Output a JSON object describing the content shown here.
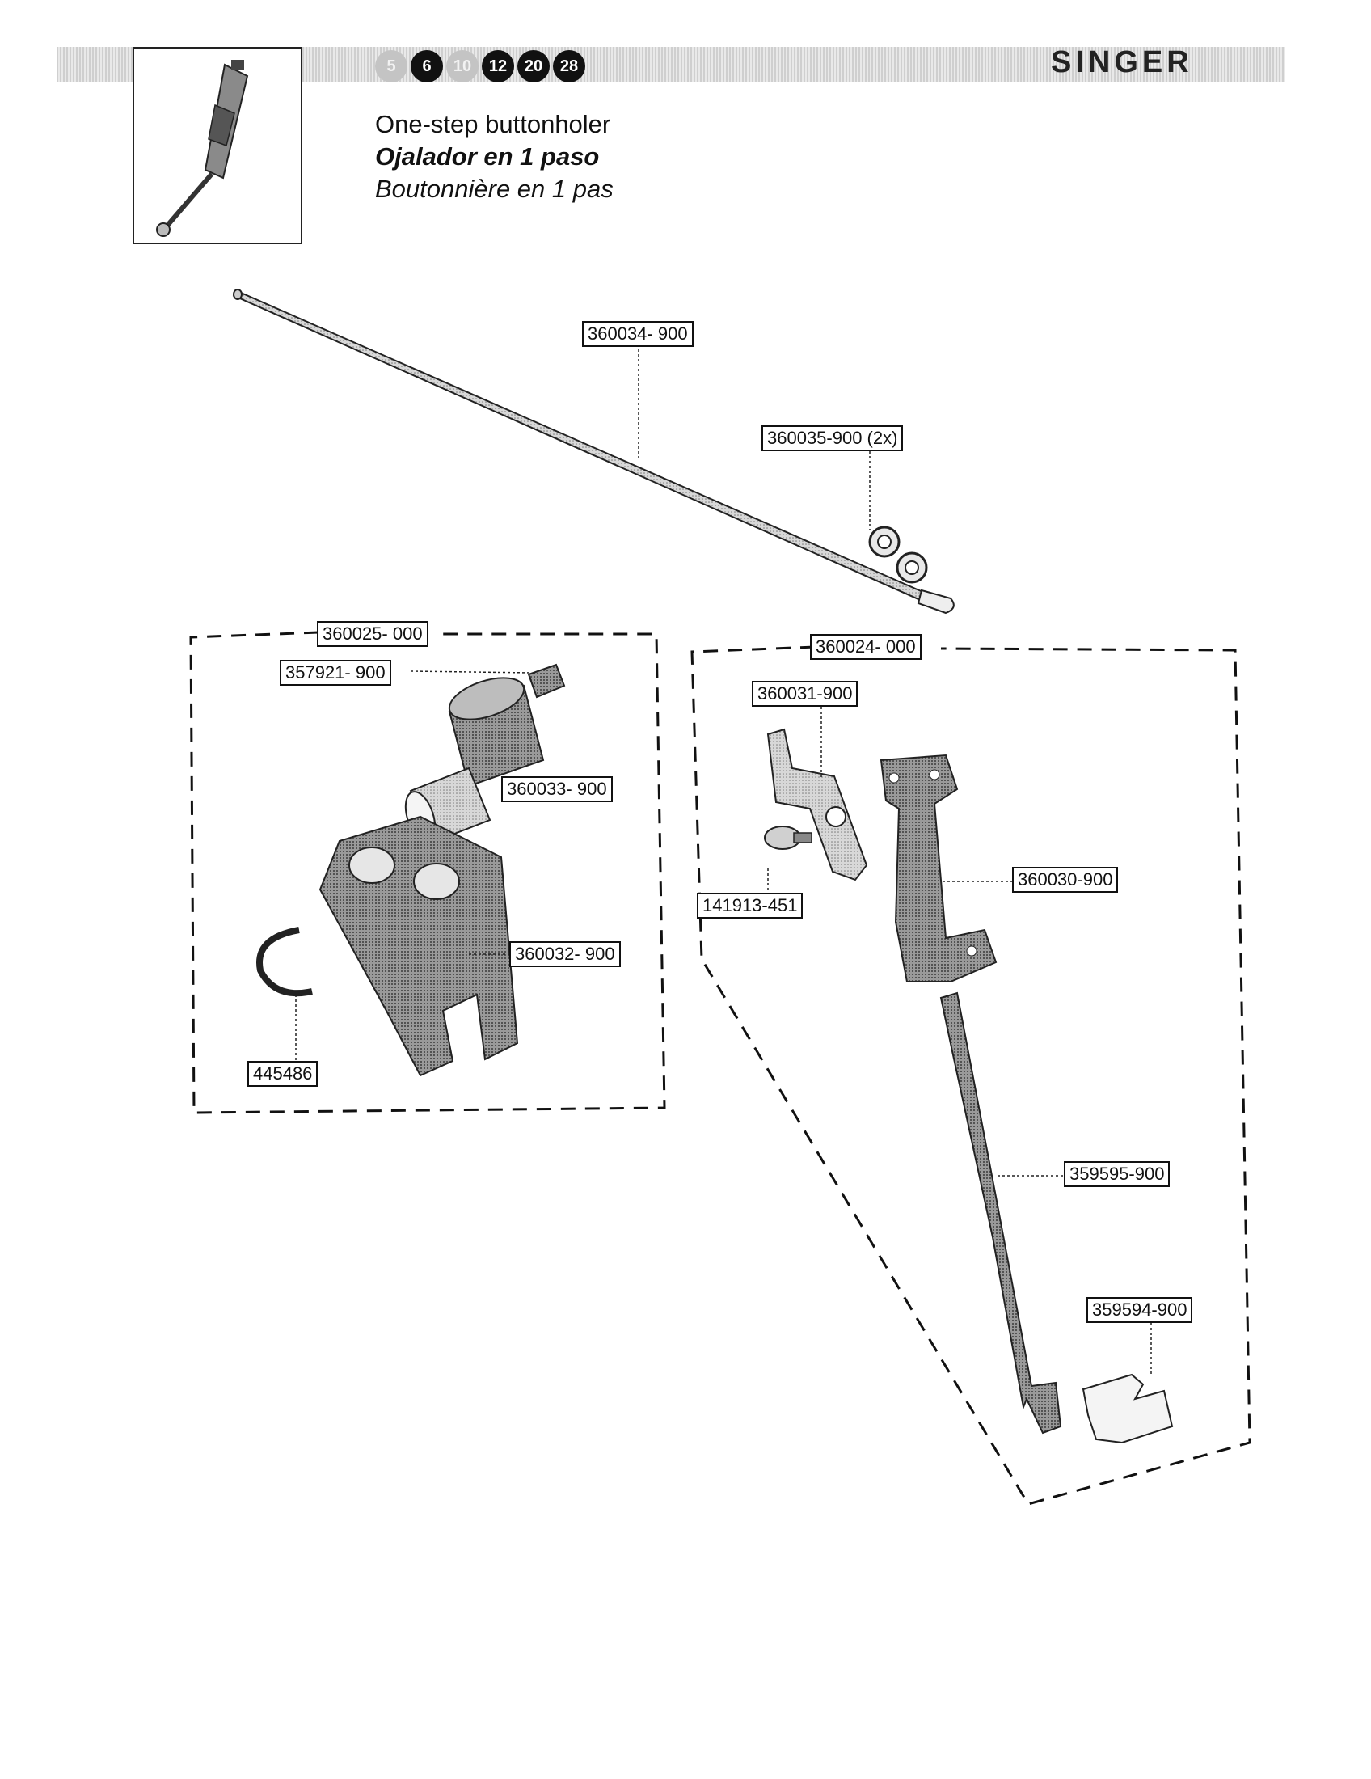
{
  "header": {
    "brand": "SINGER",
    "badges": [
      {
        "label": "5",
        "active": false
      },
      {
        "label": "6",
        "active": true
      },
      {
        "label": "10",
        "active": false
      },
      {
        "label": "12",
        "active": true
      },
      {
        "label": "20",
        "active": true
      },
      {
        "label": "28",
        "active": true
      }
    ]
  },
  "titles": {
    "en": "One-step buttonholer",
    "es": "Ojalador en 1 paso",
    "fr": "Boutonnière en 1 pas"
  },
  "parts": {
    "rod": "360034- 900",
    "screws_2x": "360035-900 (2x)",
    "left_group": "360025- 000",
    "set_screw": "357921- 900",
    "cylinder": "360033- 900",
    "block": "360032- 900",
    "e_ring": "445486",
    "right_group": "360024- 000",
    "bracket": "360031-900",
    "screw": "141913-451",
    "plate": "360030-900",
    "slider": "359595-900",
    "stopper": "359594-900"
  }
}
